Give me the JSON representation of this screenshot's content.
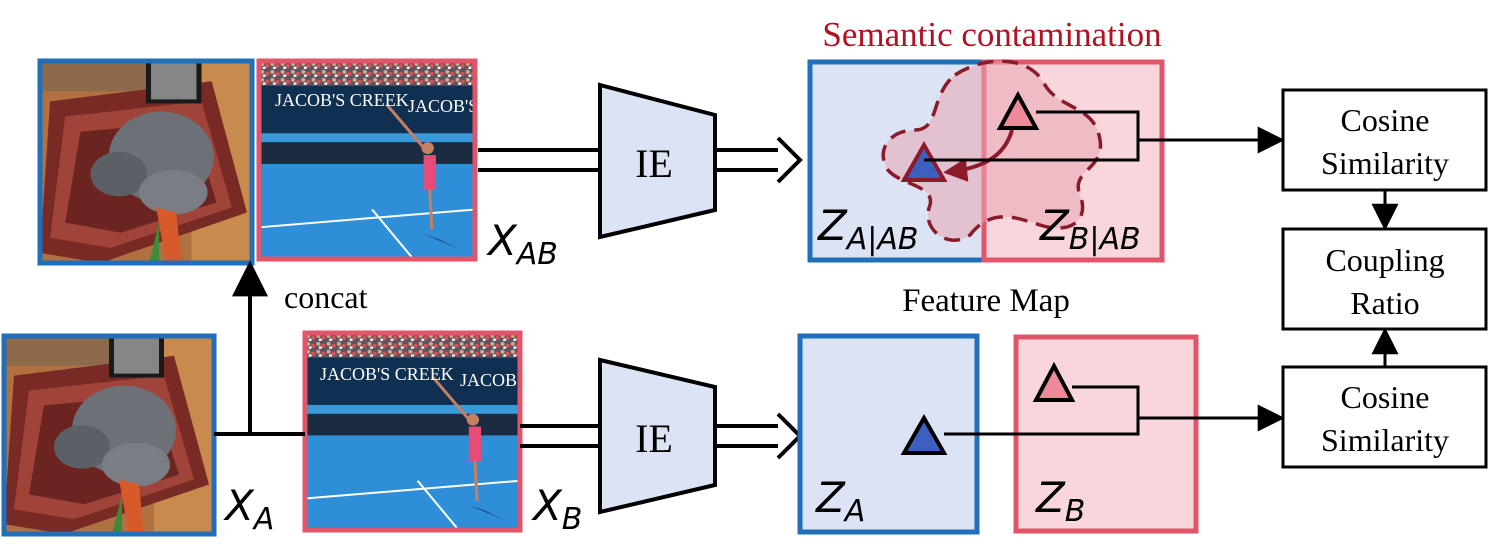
{
  "title": "Semantic contamination",
  "colors": {
    "blue": "#1f6fba",
    "red": "#e25468",
    "blue_fill": "#dbe3f5",
    "red_fill": "#f9d6dc",
    "dark_red": "#8b1a2a",
    "contamination_red": "#b01223",
    "encoder_fill": "#dbe3f5"
  },
  "labels": {
    "concat": "concat",
    "feature_map": "Feature Map",
    "encoder_top": "IE",
    "encoder_bottom": "IE",
    "x_a": {
      "base": "X",
      "sub": "A"
    },
    "x_b": {
      "base": "X",
      "sub": "B"
    },
    "x_ab": {
      "base": "X",
      "sub": "AB"
    },
    "z_a_ab": {
      "base": "Z",
      "sub": "A|AB"
    },
    "z_b_ab": {
      "base": "Z",
      "sub": "B|AB"
    },
    "z_a": {
      "base": "Z",
      "sub": "A"
    },
    "z_b": {
      "base": "Z",
      "sub": "B"
    }
  },
  "boxes": {
    "cos_top": [
      "Cosine",
      "Similarity"
    ],
    "coupling": [
      "Coupling",
      "Ratio"
    ],
    "cos_bottom": [
      "Cosine",
      "Similarity"
    ]
  },
  "images": {
    "cat_alt": "cat-on-rug-photo",
    "tennis_alt": "tennis-player-photo",
    "tennis_banner_1": "JACOB'S CREEK",
    "tennis_banner_2": "JACOB'S"
  }
}
